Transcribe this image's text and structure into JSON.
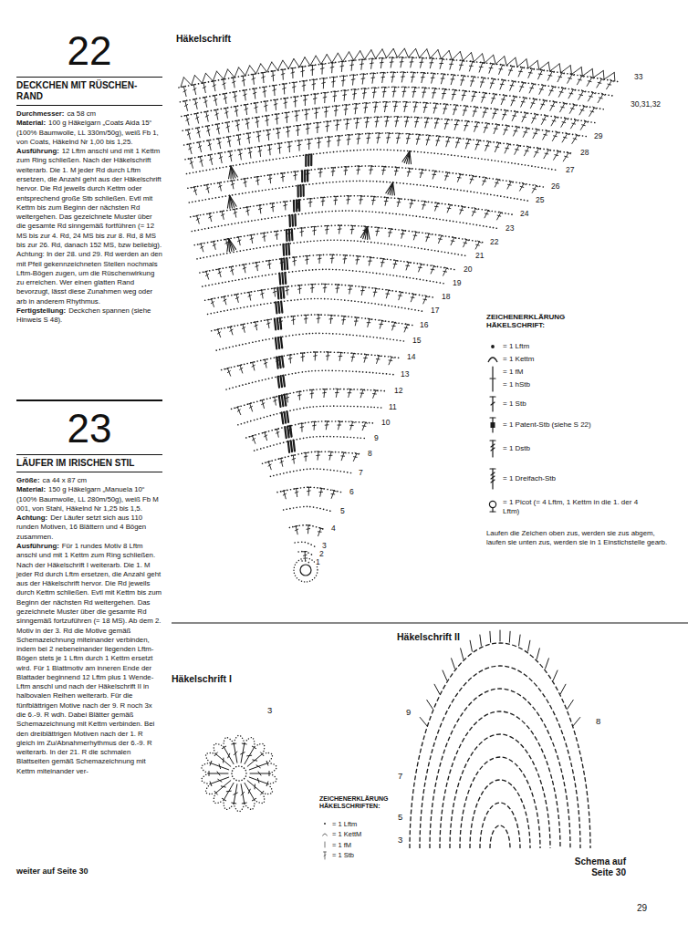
{
  "diagram": {
    "labels": [
      "22",
      "DECKCHEN MIT RÜSCHEN-RAND",
      "Durchmesser:",
      "ca 58 cm",
      "Material:",
      "100 g Häkelgarn „Coats Aida 15“ (100% Baumwolle, LL 330m/50g), weiß Fb 1, von Coats, Häkelnd Nr 1,00 bis 1,25.",
      "Ausführung:",
      "12 Lftm anschl und mit 1 Kettm zum Ring schließen. Nach der Häkelschrift weiterarb. Die 1. M jeder Rd durch Lftm ersetzen, die Anzahl geht aus der Häkelschrift hervor. Die Rd jeweils durch Kettm oder entsprechend große Stb schließen. Evtl mit Kettm bis zum Beginn der nächsten Rd weitergehen. Das gezeichnete Muster über die gesamte Rd sinngemäß fortführen (= 12 MS bis zur 4. Rd, 24 MS bis zur 8. Rd, 8 MS bis zur 26. Rd, danach 152 MS, bzw beliebig). Achtung: In der 28. und 29. Rd werden an den mit Pfeil gekennzeichneten Stellen nochmals Lftm-Bögen zugen, um die Rüschenwirkung zu erreichen. Wer einen glatten Rand bevorzugt, lässt diese Zunahmen weg oder arb in anderem Rhythmus.",
      "Fertigstellung:",
      "Deckchen spannen (siehe Hinweis S 48).",
      "23",
      "LÄUFER IM IRISCHEN STIL",
      "Größe:",
      "ca 44 x 87 cm",
      "Material:",
      "150 g Häkelgarn „Manuela 10“ (100% Baumwolle, LL 280m/50g), weiß Fb M 001, von Stahl, Häkelnd Nr 1,25 bis 1,5.",
      "Achtung:",
      "Der Läufer setzt sich aus 110 runden Motiven, 16 Blättern und 4 Bögen zusammen.",
      "Ausführung:",
      "Für 1 rundes Motiv 8 Lftm anschl und mit 1 Kettm zum Ring schließen. Nach der Häkelschrift I weiterarb. Die 1. M jeder Rd durch Lftm ersetzen, die Anzahl geht aus der Häkelschrift hervor. Die Rd jeweils durch Kettm schließen. Evtl mit Kettm bis zum Beginn der nächsten Rd weitergehen. Das gezeichnete Muster über die gesamte Rd sinngemäß fortzuführen (= 18 MS). Ab dem 2. Motiv in der 3. Rd die Motive gemäß Schemazeichnung miteinander verbinden, indem bei 2 nebeneinander liegenden Lftm-Bögen stets je 1 Lftm durch 1 Kettm ersetzt wird. Für 1 Blattmotiv am inneren Ende der Blattader beginnend 12 Lftm plus 1 Wende-Lftm anschl und nach der Häkelschrift II in halbovalen Reihen weiterarb. Für die fünfblättrigen Motive nach der 9. R noch 3x die 6.-9. R wdh. Dabei Blätter gemäß Schemazeichnung mit Kettm verbinden. Bei den dreiblättrigen Motiven nach der 1. R gleich im Zu/Abnahmerhythmus der 6.-9. R weiterarb. In der 21. R die schmalen Blattseiten gemäß Schemazeichnung mit Kettm miteinander ver-",
      "weiter auf Seite 30",
      "Häkelschrift",
      "ZEICHENERKLÄRUNG HÄKELSCHRIFT:",
      "Laufen die Zeichen oben zus, werden sie zus abgem, laufen sie unten zus, werden sie in 1 Einstichstelle gearb.",
      "Häkelschrift I",
      "Häkelschrift II",
      "ZEICHENERKLÄRUNG HÄKELSCHRIFTEN:",
      "Schema auf Seite 30",
      "29",
      "3",
      "9",
      "8",
      "7",
      "5",
      "3",
      "33",
      "30,31,32",
      "29",
      "28",
      "27",
      "26",
      "25",
      "24",
      "23",
      "22",
      "21",
      "20",
      "19",
      "18",
      "17",
      "16",
      "15",
      "14",
      "13",
      "12",
      "11",
      "10",
      "9",
      "8",
      "7",
      "6",
      "5",
      "4",
      "3",
      "2",
      "1"
    ],
    "legend": [
      {
        "text": "= 1 Lftm"
      },
      {
        "text": "= 1 Kettm"
      },
      {
        "text": "= 1 fM"
      },
      {
        "text": "= 1 hStb"
      },
      {
        "text": "= 1 Stb"
      },
      {
        "text": "= 1 Patent-Stb (siehe S 22)"
      },
      {
        "text": "= 1 Dstb"
      },
      {
        "text": "= 1 Dreifach-Stb"
      },
      {
        "text": "= 1 Picot (= 4 Lftm, 1 Kettm in die 1. der 4 Lftm)"
      },
      {
        "text": "= 1 Lftm"
      },
      {
        "text": "= 1 KettM"
      },
      {
        "text": "= 1 fM"
      },
      {
        "text": "= 1 Stb"
      }
    ]
  }
}
